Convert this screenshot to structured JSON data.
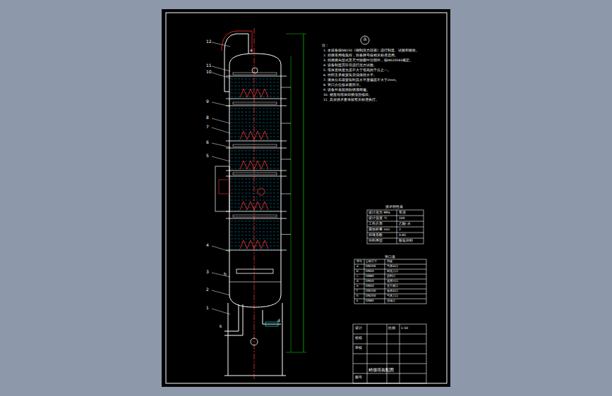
{
  "diagram": {
    "labels": [
      "12",
      "11",
      "10",
      "9",
      "8",
      "7",
      "6",
      "5",
      "4",
      "3",
      "2",
      "1",
      "a",
      "h",
      "k",
      "d",
      "①",
      "注：",
      "1. 本设备按GB150《钢制压力容器》进行制造、试验和验收。",
      "2. 焊接采用电弧焊，焊条牌号按相关标准选用。",
      "3. 焊接接头型式及尺寸除图中注明外，按HG20583规定。",
      "4. 设备制造完毕后进行压力试验。",
      "5. 塔体直线度允差不大于塔高的千分之一。",
      "6. 填料支承板安装后须保持水平。",
      "7. 液体分布器安装时其水平度偏差不大于2mm。",
      "8. 管口方位按本图所示。",
      "9. 设备外表面涂防锈漆两遍。",
      "10. 裙座与塔体焊接须连续焊。",
      "11. 其余技术要求按有关标准执行。",
      "技术特性表",
      "设计压力 MPa",
      "常压",
      "设计温度 ℃",
      "100",
      "工作介质",
      "乙醇-水",
      "腐蚀裕量 mm",
      "2",
      "焊缝系数",
      "0.85",
      "填料类型",
      "散装填料",
      "管口表",
      "符号",
      "公称尺寸",
      "用途",
      "a",
      "DN200",
      "气体出口",
      "b",
      "DN50",
      "回流入口",
      "c",
      "DN80",
      "进料口",
      "d",
      "DN50",
      "温度计口",
      "e",
      "DN50",
      "压力表口",
      "f",
      "DN100",
      "液体出口",
      "h",
      "DN200",
      "气体入口",
      "k",
      "DN80",
      "排液口",
      "设计",
      "校核",
      "审核",
      "比例",
      "1:50",
      "精馏塔装配图",
      "图号"
    ]
  }
}
